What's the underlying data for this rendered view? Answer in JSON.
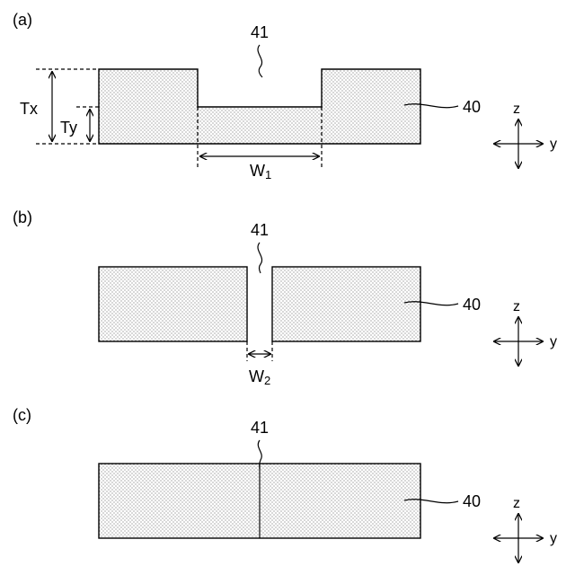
{
  "panels": {
    "a": {
      "label": "(a)",
      "gap_label": "41",
      "body_label": "40",
      "tx": "Tx",
      "ty": "Ty",
      "w_main": "W",
      "w_sub": "1"
    },
    "b": {
      "label": "(b)",
      "gap_label": "41",
      "body_label": "40",
      "w_main": "W",
      "w_sub": "2"
    },
    "c": {
      "label": "(c)",
      "gap_label": "41",
      "body_label": "40"
    }
  },
  "axes": {
    "z": "z",
    "y": "y"
  }
}
